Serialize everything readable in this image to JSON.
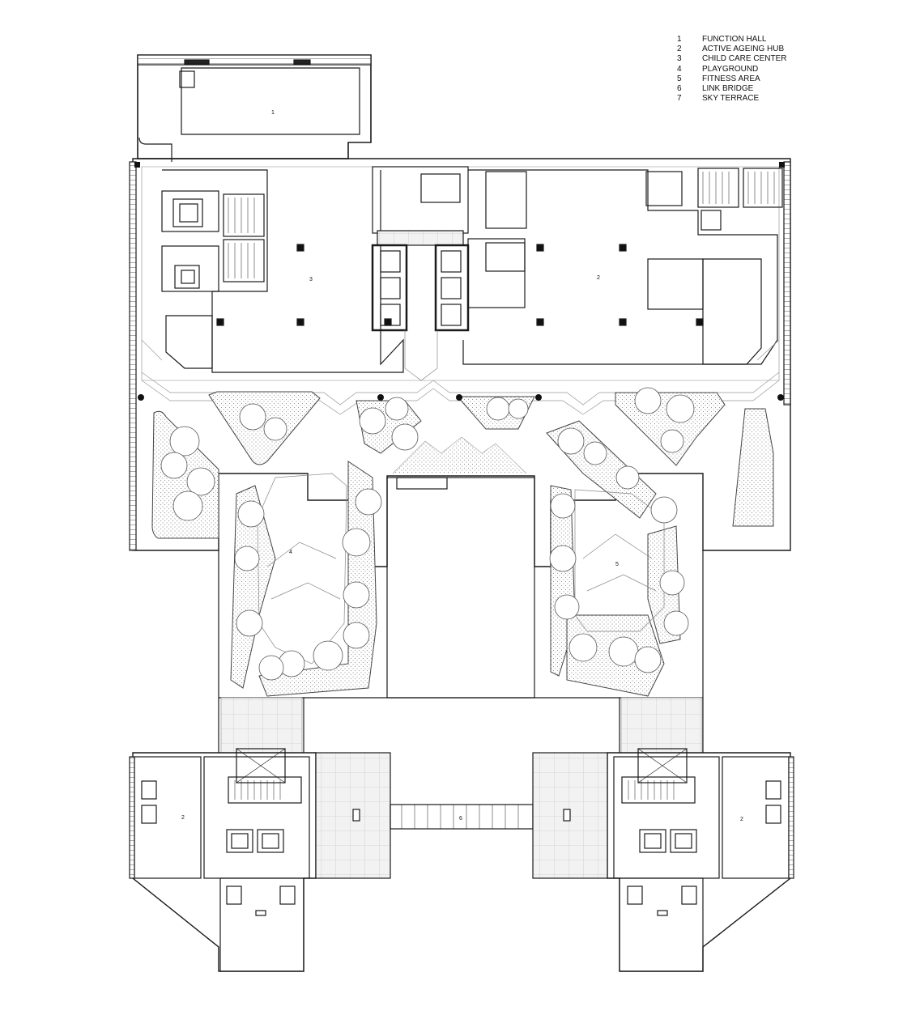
{
  "legend": {
    "items": [
      {
        "num": "1",
        "label": "FUNCTION HALL"
      },
      {
        "num": "2",
        "label": "ACTIVE AGEING HUB"
      },
      {
        "num": "3",
        "label": "CHILD CARE CENTER"
      },
      {
        "num": "4",
        "label": "PLAYGROUND"
      },
      {
        "num": "5",
        "label": "FITNESS AREA"
      },
      {
        "num": "6",
        "label": "LINK BRIDGE"
      },
      {
        "num": "7",
        "label": "SKY TERRACE"
      }
    ]
  },
  "room_labels": {
    "function_hall": "1",
    "active_ageing_hub": "2",
    "child_care_center": "3",
    "playground": "4",
    "fitness_area": "5",
    "link_bridge": "6",
    "left_block_unit": "2",
    "right_block_unit": "2"
  },
  "colors": {
    "line": "#1a1a1a",
    "landscape": "#bdbdbd",
    "paving": "#e6e6e6"
  }
}
